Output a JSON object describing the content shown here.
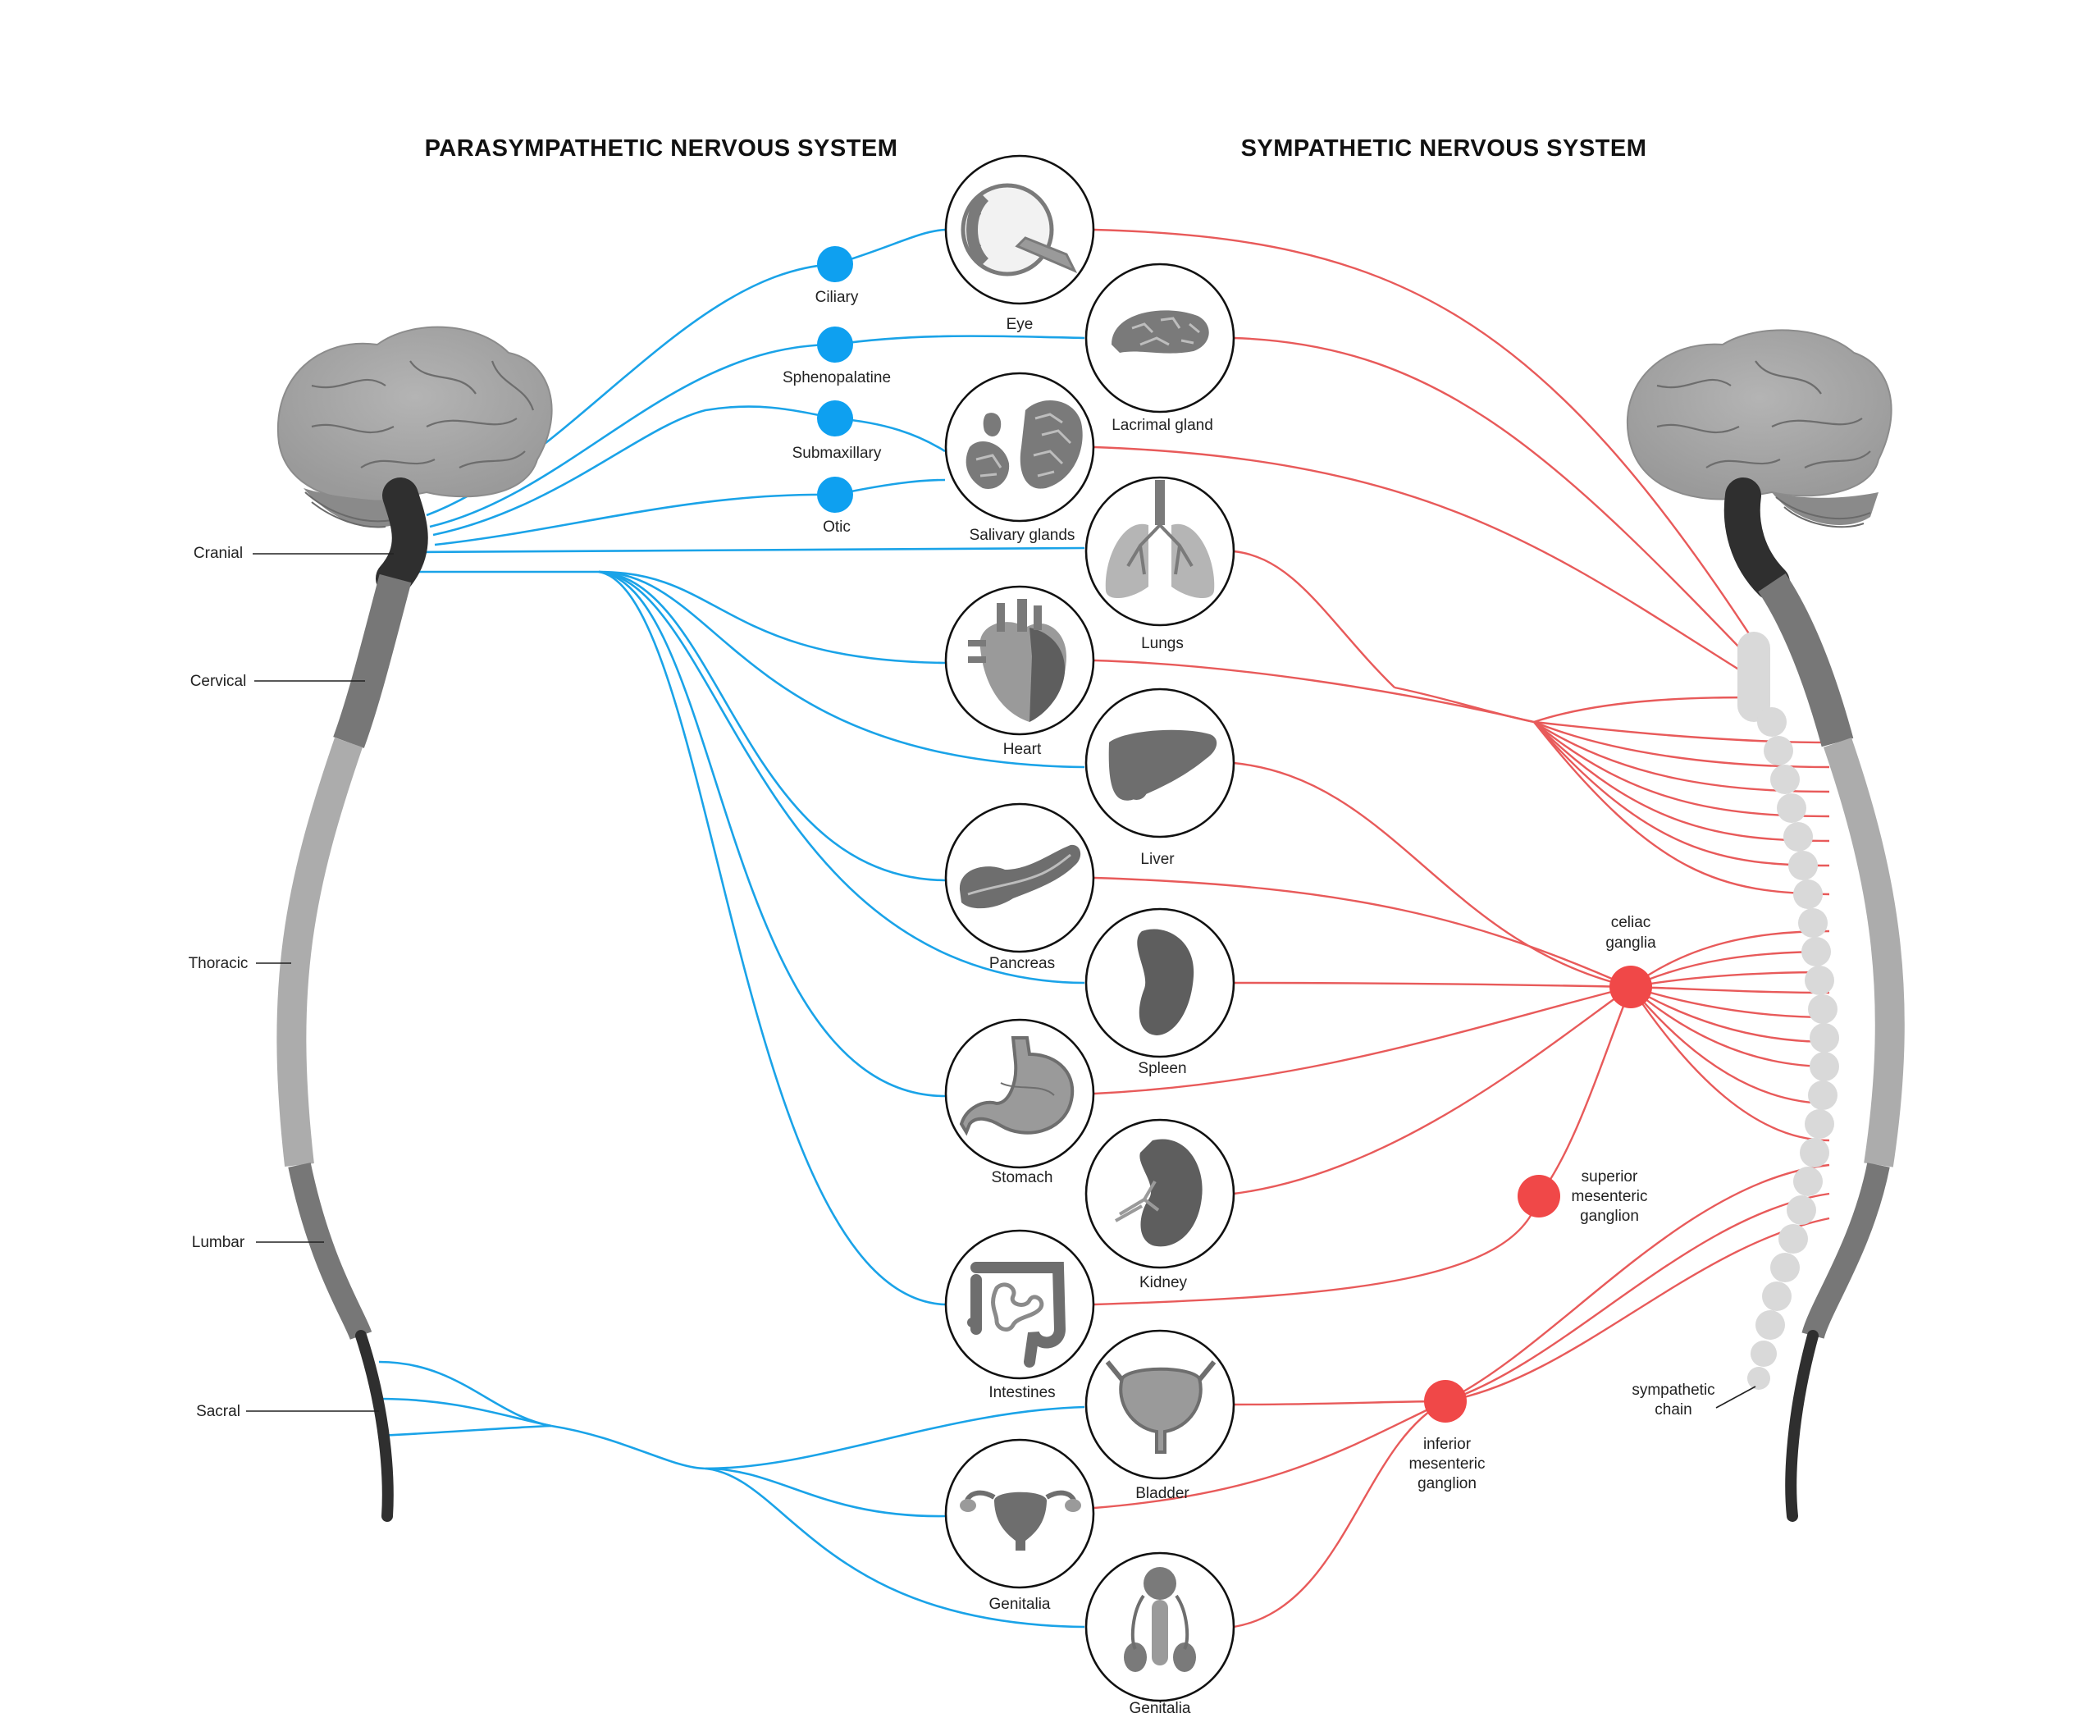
{
  "titles": {
    "parasympathetic": "PARASYMPATHETIC NERVOUS SYSTEM",
    "sympathetic": "SYMPATHETIC NERVOUS SYSTEM"
  },
  "spinal_regions": {
    "cranial": "Cranial",
    "cervical": "Cervical",
    "thoracic": "Thoracic",
    "lumbar": "Lumbar",
    "sacral": "Sacral"
  },
  "para_ganglia": {
    "ciliary": "Ciliary",
    "sphenopalatine": "Sphenopalatine",
    "submaxillary": "Submaxillary",
    "otic": "Otic"
  },
  "organs": {
    "eye": "Eye",
    "lacrimal": "Lacrimal gland",
    "salivary": "Salivary glands",
    "lungs": "Lungs",
    "heart": "Heart",
    "liver": "Liver",
    "pancreas": "Pancreas",
    "spleen": "Spleen",
    "stomach": "Stomach",
    "kidney": "Kidney",
    "intestines": "Intestines",
    "bladder": "Bladder",
    "genitalia_female": "Genitalia",
    "genitalia_male": "Genitalia"
  },
  "symp_ganglia": {
    "celiac": [
      "celiac",
      "ganglia"
    ],
    "superior": [
      "superior",
      "mesenteric",
      "ganglion"
    ],
    "inferior": [
      "inferior",
      "mesenteric",
      "ganglion"
    ]
  },
  "sympathetic_chain": [
    "sympathetic",
    "chain"
  ],
  "colors": {
    "parasympathetic": "#1aa3e8",
    "sympathetic": "#e85a5a",
    "ganglion_blue": "#0ea0f0",
    "ganglion_red": "#f04848",
    "spine_cranial": "#2f2f2f",
    "spine_cervical": "#777777",
    "spine_thoracic": "#acacac",
    "spine_lumbar": "#777777",
    "spine_sacral": "#2f2f2f",
    "organ_gray": "#7a7a7a"
  }
}
